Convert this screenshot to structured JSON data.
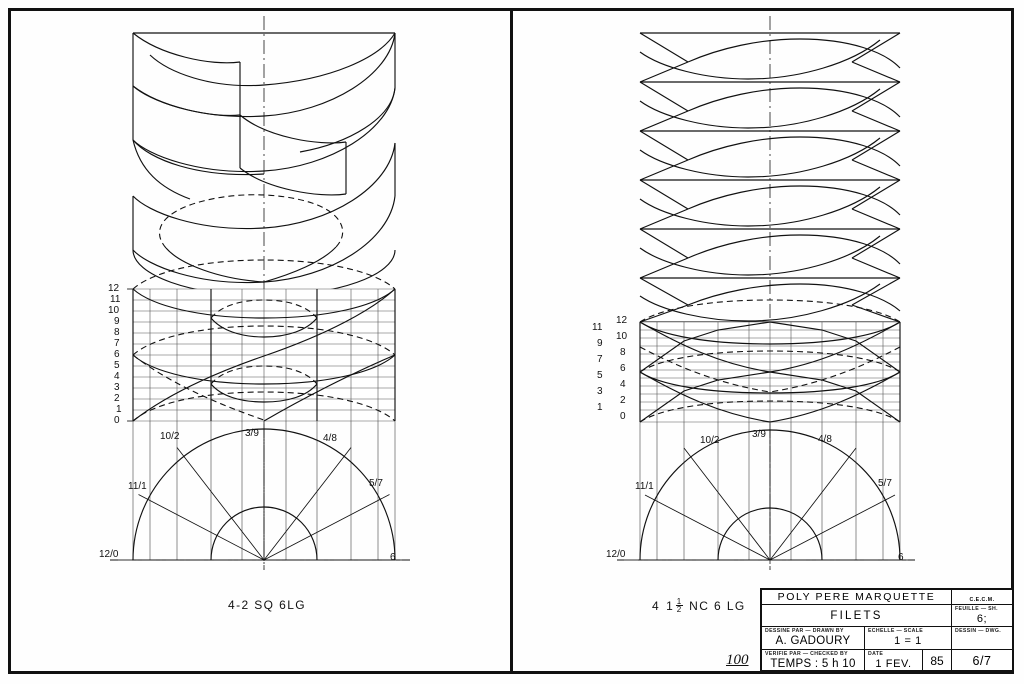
{
  "sheet": {
    "background": "#ffffff",
    "ink": "#111111",
    "handwritten_mark": "100"
  },
  "drawings": [
    {
      "id": "square-thread",
      "caption": "4-2  SQ  6LG",
      "thread_form": "square",
      "scale_type": "single-column",
      "scale_labels": [
        "12",
        "11",
        "10",
        "9",
        "8",
        "7",
        "6",
        "5",
        "4",
        "3",
        "2",
        "1",
        "0"
      ],
      "circle_labels": [
        "12/0",
        "11/1",
        "10/2",
        "3/9",
        "4/8",
        "5/7",
        "6"
      ],
      "divisions": 12
    },
    {
      "id": "v-thread",
      "caption": "4 1½  NC  6 LG",
      "caption_parts": {
        "lead": "4",
        "fraction_whole": "1",
        "fraction_num": "1",
        "fraction_den": "2",
        "tail": "NC   6 LG"
      },
      "thread_form": "vee",
      "scale_type": "two-column",
      "scale_labels_odd": [
        "11",
        "9",
        "7",
        "5",
        "3",
        "1"
      ],
      "scale_labels_even": [
        "12",
        "10",
        "8",
        "6",
        "4",
        "2",
        "0"
      ],
      "circle_labels": [
        "12/0",
        "11/1",
        "10/2",
        "3/9",
        "4/8",
        "5/7",
        "6"
      ],
      "divisions": 12
    }
  ],
  "titleblock": {
    "company": "POLY  PERE  MARQUETTE",
    "company_code": "C.E.C.M.",
    "drawing_title": "FILETS",
    "sheet_label": "FEUILLE — SH.",
    "sheet_value": "6;",
    "dwg_label": "DESSIN — DWG.",
    "dwg_value": "6/7",
    "drawn_by_label": "DESSINE PAR — DRAWN BY",
    "drawn_by_value": "A. GADOURY",
    "scale_label": "ECHELLE — SCALE",
    "scale_value": "1 =  1",
    "checked_by_label": "VERIFIE PAR — CHECKED BY",
    "checked_by_value": "TEMPS : 5 h 10",
    "date_label": "DATE",
    "date_value": "1  FEV.",
    "year_value": "85"
  }
}
